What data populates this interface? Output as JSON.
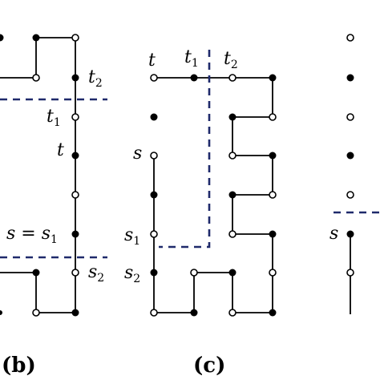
{
  "captions": {
    "b": "(b)",
    "c": "(c)"
  },
  "labels": {
    "b_t2": "t",
    "b_t2_sub": "2",
    "b_t1": "t",
    "b_t1_sub": "1",
    "b_t": "t",
    "b_s_eq": "s = s",
    "b_s_eq_sub": "1",
    "b_s2": "s",
    "b_s2_sub": "2",
    "c_t": "t",
    "c_t1": "t",
    "c_t1_sub": "1",
    "c_t2": "t",
    "c_t2_sub": "2",
    "c_s": "s",
    "c_s1": "s",
    "c_s1_sub": "1",
    "c_s2": "s",
    "c_s2_sub": "2",
    "d_s": "s"
  }
}
